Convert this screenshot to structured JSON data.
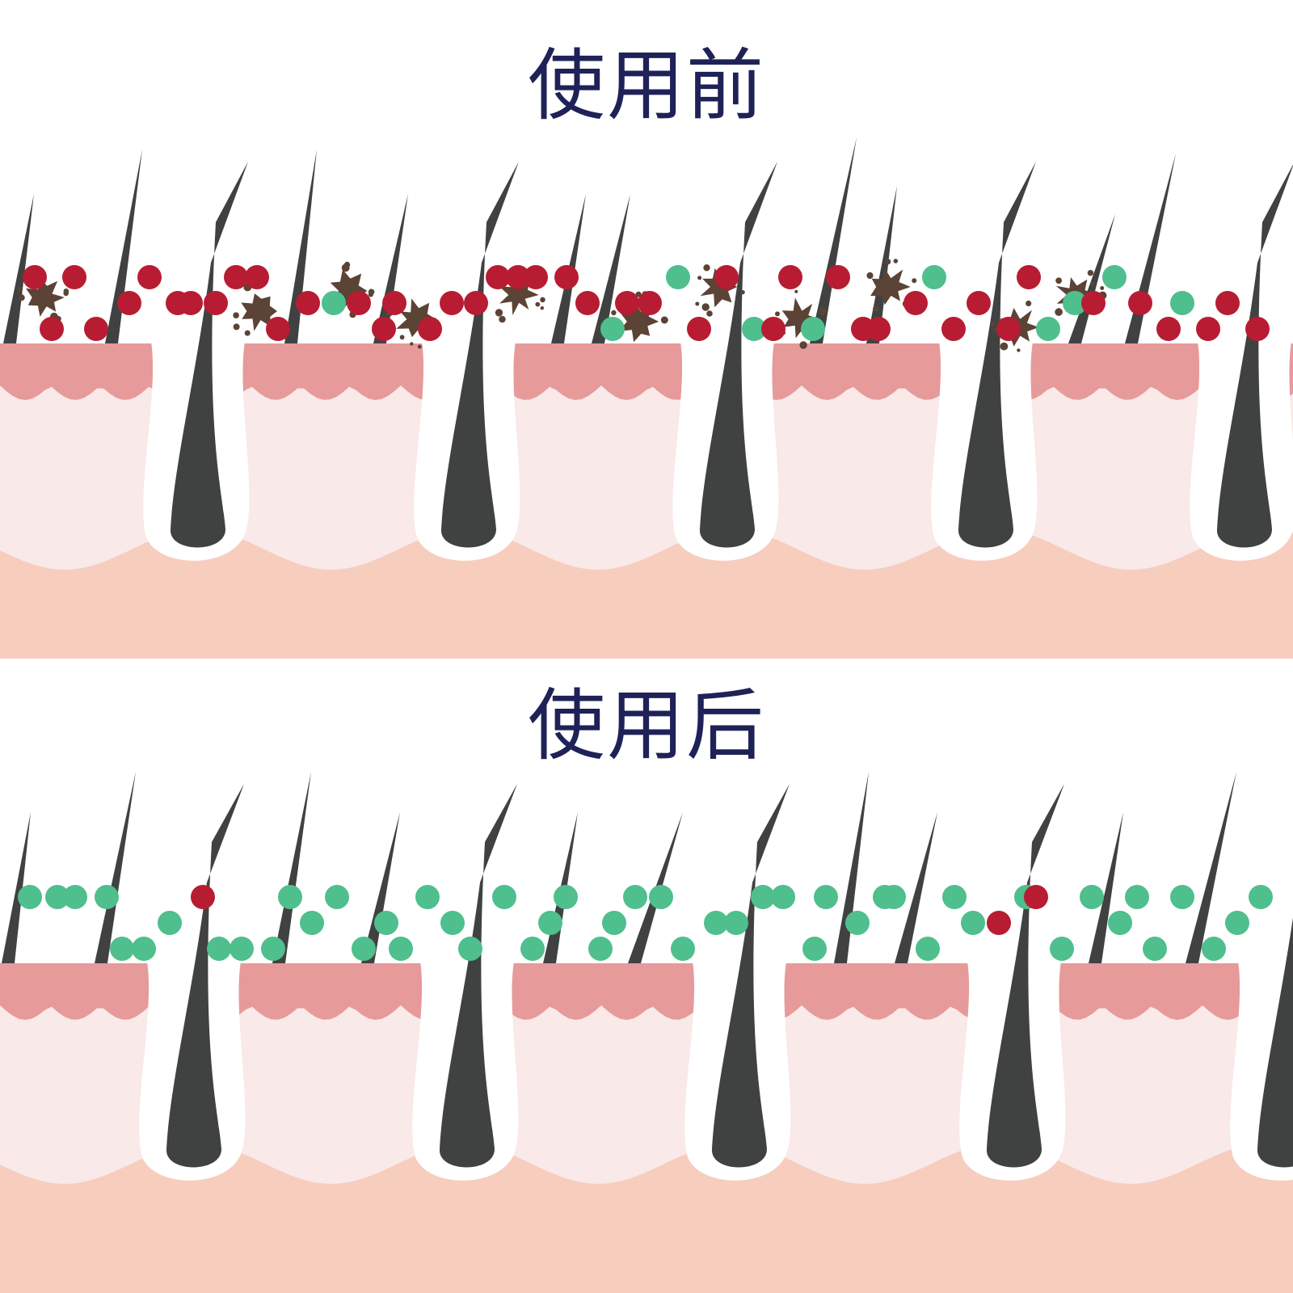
{
  "colors": {
    "title": "#1f2257",
    "hair": "#404241",
    "follicle": "#ffffff",
    "epidermis": "#e69a9a",
    "dermis": "#f9e9e8",
    "subcutis": "#f7cdbe",
    "bacteria_bad": "#b81c32",
    "bacteria_good": "#4ebf8d",
    "dirt": "#5b4335"
  },
  "panels": [
    {
      "title": "使用前",
      "dirt": true,
      "red_dots": 44,
      "green_dots": 10
    },
    {
      "title": "使用后",
      "dirt": false,
      "red_dots": 3,
      "green_dots": 50
    }
  ]
}
